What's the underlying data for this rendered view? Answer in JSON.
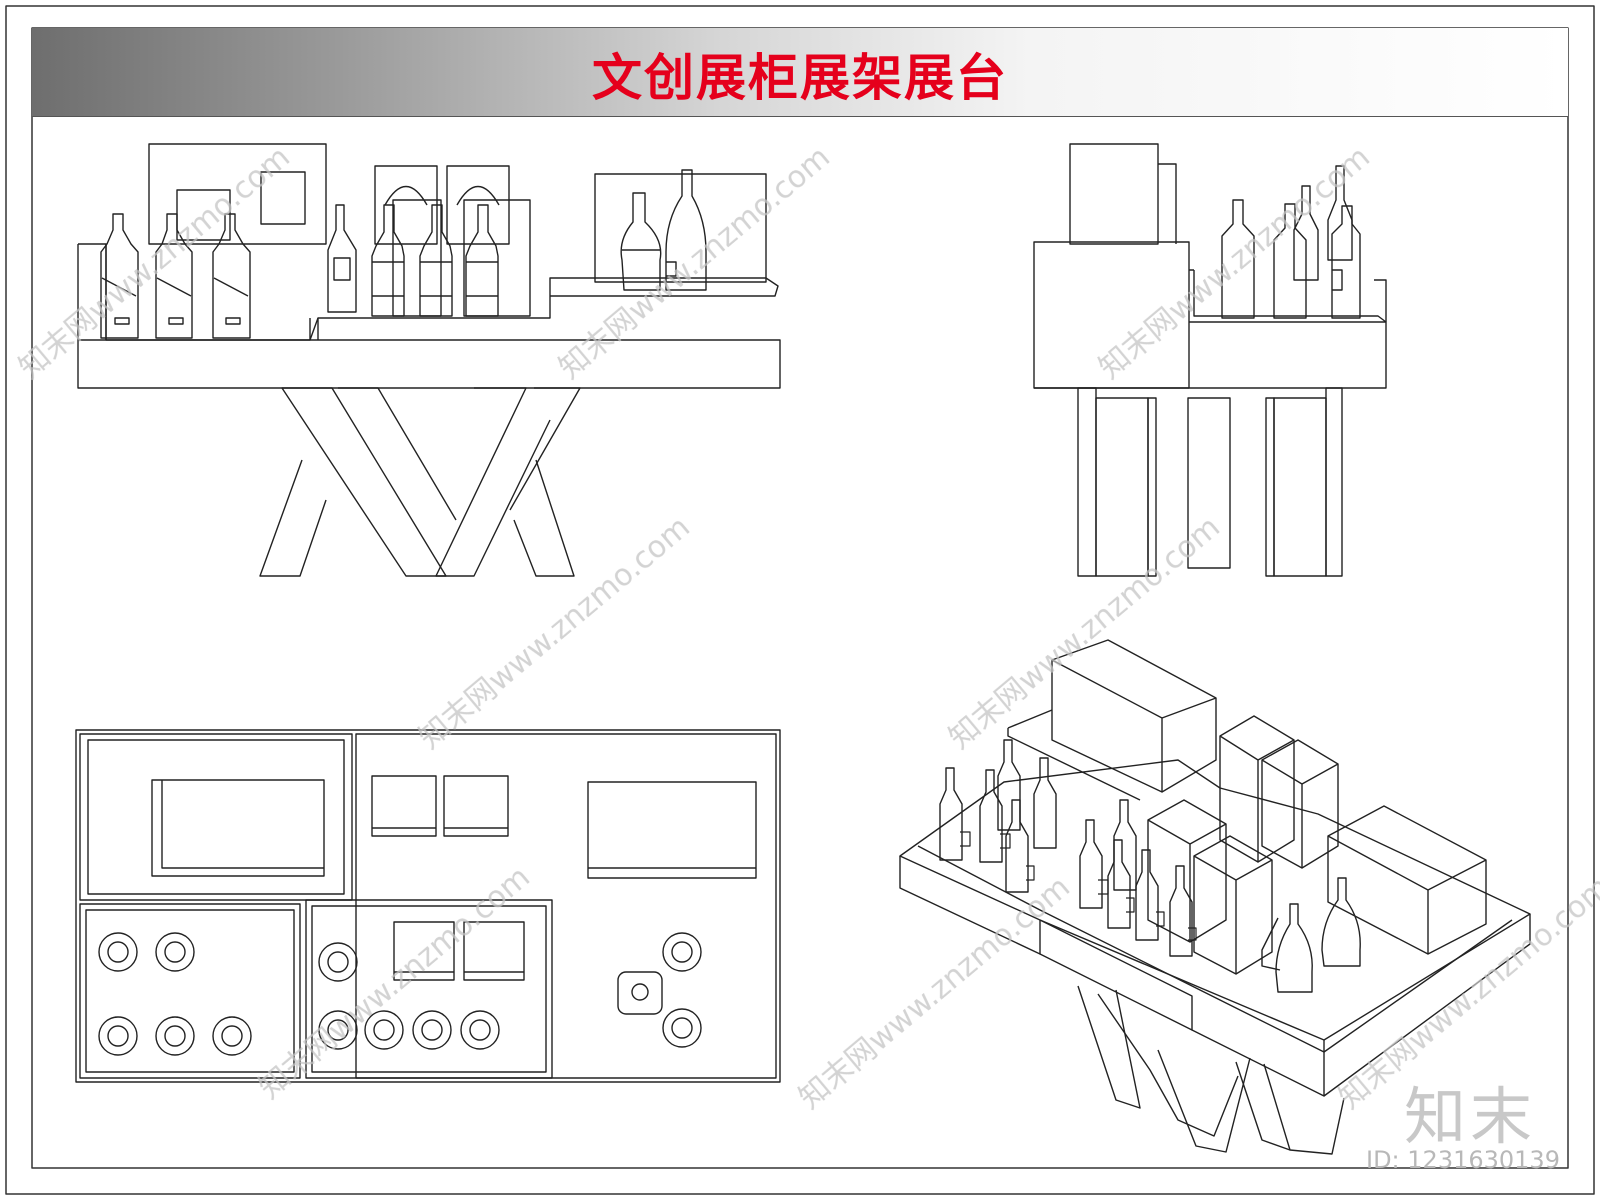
{
  "title": "文创展柜展架展台",
  "colors": {
    "title": "#e5001c",
    "line": "#222222",
    "watermark": "#c4c4c4"
  },
  "watermark_text": "知末网www.znzmo.com",
  "brand": "知末",
  "id_label": "ID: 1231630139",
  "icons": [
    "bottle-icon",
    "box-icon",
    "circle-knob-icon"
  ]
}
